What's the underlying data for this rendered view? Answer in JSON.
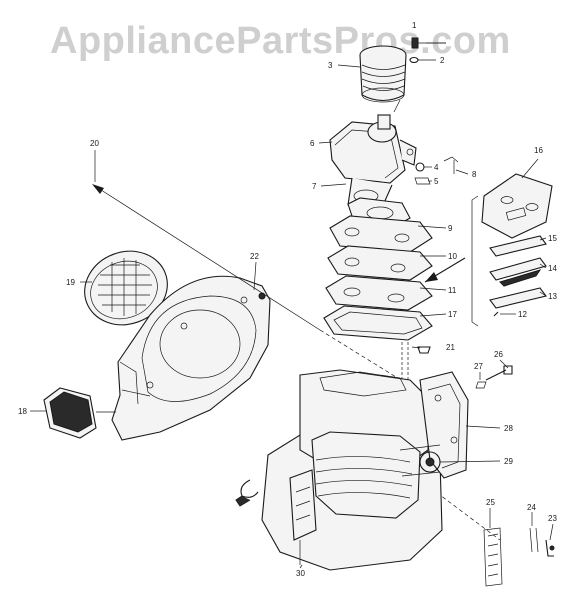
{
  "watermark": "AppliancePartsPros.com",
  "part_numbers": {
    "p1": "1",
    "p2": "2",
    "p3": "3",
    "p4": "4",
    "p5": "5",
    "p6": "6",
    "p7": "7",
    "p8": "8",
    "p9": "9",
    "p10": "10",
    "p11": "11",
    "p12": "12",
    "p13": "13",
    "p14": "14",
    "p15": "15",
    "p16": "16",
    "p17": "17",
    "p18": "18",
    "p19": "19",
    "p20": "20",
    "p21": "21",
    "p22": "22",
    "p23": "23",
    "p24": "24",
    "p25": "25",
    "p26": "26",
    "p27": "27",
    "p28": "28",
    "p29": "29",
    "p30": "30"
  }
}
